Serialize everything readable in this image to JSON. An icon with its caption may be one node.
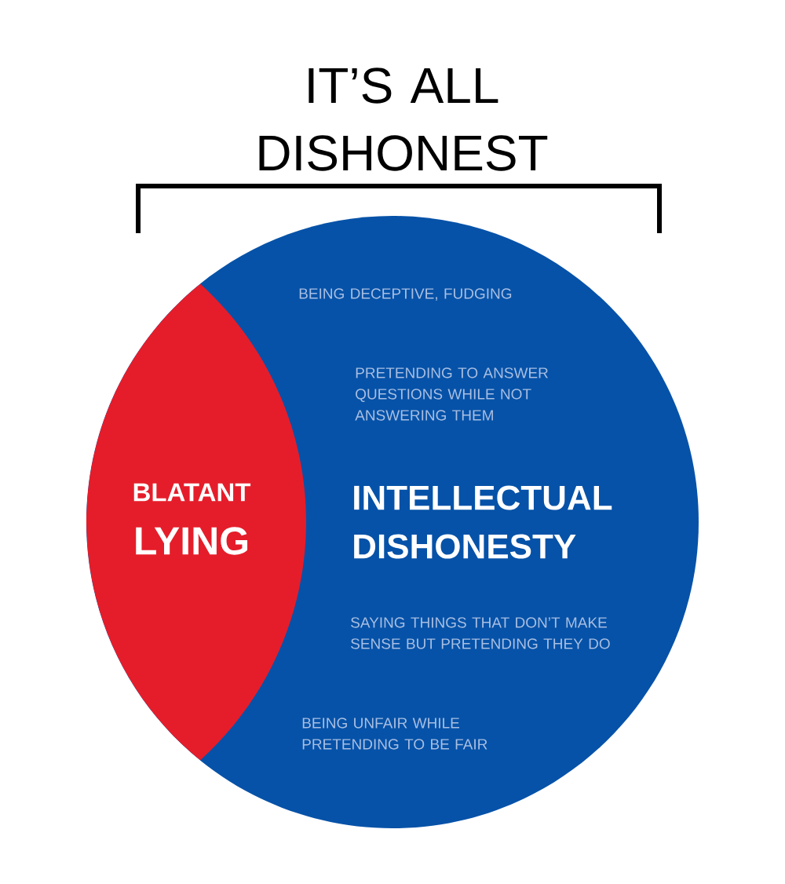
{
  "diagram": {
    "title": "IT’S ALL DISHONEST",
    "nodes": [
      {
        "text": [
          "BEING DECEPTIVE, FUDGING",
          "PRETENDING TO ANSWER QUESTIONS WHILE NOT ANSWERING THEM",
          "INTELLECTUAL DISHONESTY",
          "SAYING THINGS THAT DON’T MAKE SENSE BUT PRETENDING THEY DO",
          "BEING UNFAIR WHILE PRETENDING TO BE FAIR"
        ]
      },
      {
        "text": [
          "BLATANT",
          "LYING"
        ],
        "in": 0
      }
    ]
  }
}
